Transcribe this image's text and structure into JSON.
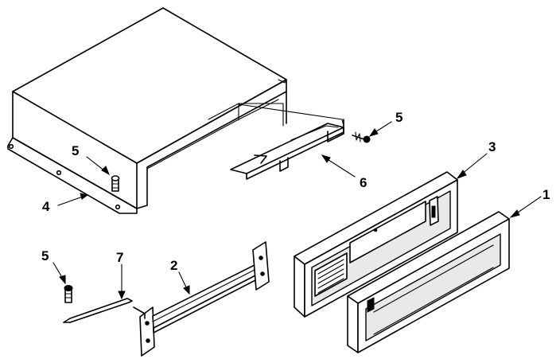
{
  "callouts": {
    "c1": "1",
    "c2": "2",
    "c3": "3",
    "c4": "4",
    "c5a": "5",
    "c5b": "5",
    "c5c": "5",
    "c6": "6",
    "c7": "7"
  }
}
